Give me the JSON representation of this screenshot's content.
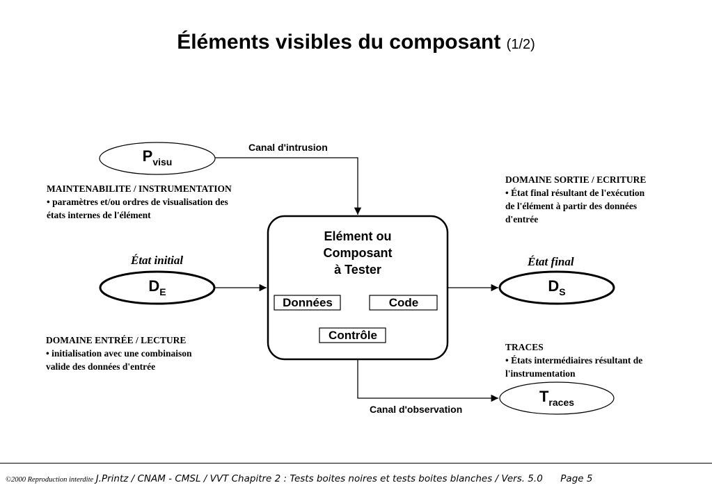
{
  "title": {
    "main": "Éléments visibles du composant",
    "sub": "(1/2)"
  },
  "nodes": {
    "pvisu": {
      "main": "P",
      "sub": "visu"
    },
    "de": {
      "main": "D",
      "sub": "E"
    },
    "ds": {
      "main": "D",
      "sub": "S"
    },
    "traces": {
      "main": "T",
      "sub": "races"
    }
  },
  "component": {
    "line1": "Elément ou",
    "line2": "Composant",
    "line3": "à Tester",
    "donnees": "Données",
    "code": "Code",
    "controle": "Contrôle"
  },
  "channels": {
    "intrusion": "Canal d'intrusion",
    "observation": "Canal d'observation"
  },
  "state_labels": {
    "initial": "État initial",
    "final": "État final"
  },
  "blocks": {
    "maintenabilite": {
      "head": "MAINTENABILITE / INSTRUMENTATION",
      "line1": "• paramètres et/ou ordres de visualisation des",
      "line2": "états internes de l'élément"
    },
    "sortie": {
      "head": "DOMAINE SORTIE / ECRITURE",
      "line1": "• État final résultant de l'exécution",
      "line2": "de l'élément à partir des données",
      "line3": "d'entrée"
    },
    "entree": {
      "head": "DOMAINE ENTRÉE / LECTURE",
      "line1": "• initialisation avec une combinaison",
      "line2": "valide des données d'entrée"
    },
    "traces": {
      "head": "TRACES",
      "line1": "• États intermédiaires résultant de",
      "line2": "l'instrumentation"
    }
  },
  "footer": {
    "copyright": "©2000 Reproduction interdite",
    "text": "J.Printz / CNAM - CMSL / VVT Chapitre 2  : Tests boites noires et tests boites blanches / Vers. 5.0",
    "page": "Page 5"
  }
}
